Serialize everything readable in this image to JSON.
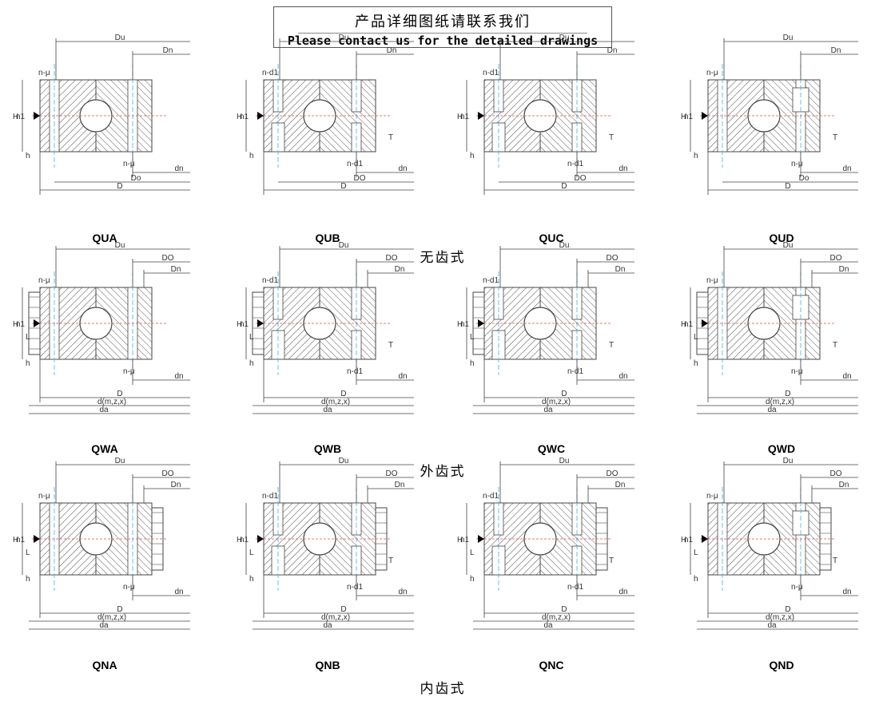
{
  "header": {
    "title_cn": "产品详细图纸请联系我们",
    "title_en": "Please contact us for the detailed drawings"
  },
  "sections": [
    {
      "label": "无齿式",
      "models": [
        "QUA",
        "QUB",
        "QUC",
        "QUD"
      ]
    },
    {
      "label": "外齿式",
      "models": [
        "QWA",
        "QWB",
        "QWC",
        "QWD"
      ]
    },
    {
      "label": "内齿式",
      "models": [
        "QNA",
        "QNB",
        "QNC",
        "QND"
      ]
    }
  ],
  "dimension_labels": {
    "Du": "Du",
    "Dn": "Dn",
    "DO": "DO",
    "Do": "Do",
    "D": "D",
    "dn": "dn",
    "d": "d(m,z,x)",
    "da": "da",
    "n1": "n1",
    "H": "H",
    "L": "L",
    "h": "h",
    "T": "T",
    "n_mu": "n-μ",
    "n_d1": "n-d1",
    "mu": "μ"
  },
  "colors": {
    "line": "#444444",
    "hatch": "#555555",
    "centerline": "#3ab5e6",
    "axis_dash": "#e05050",
    "fill": "#ffffff"
  }
}
